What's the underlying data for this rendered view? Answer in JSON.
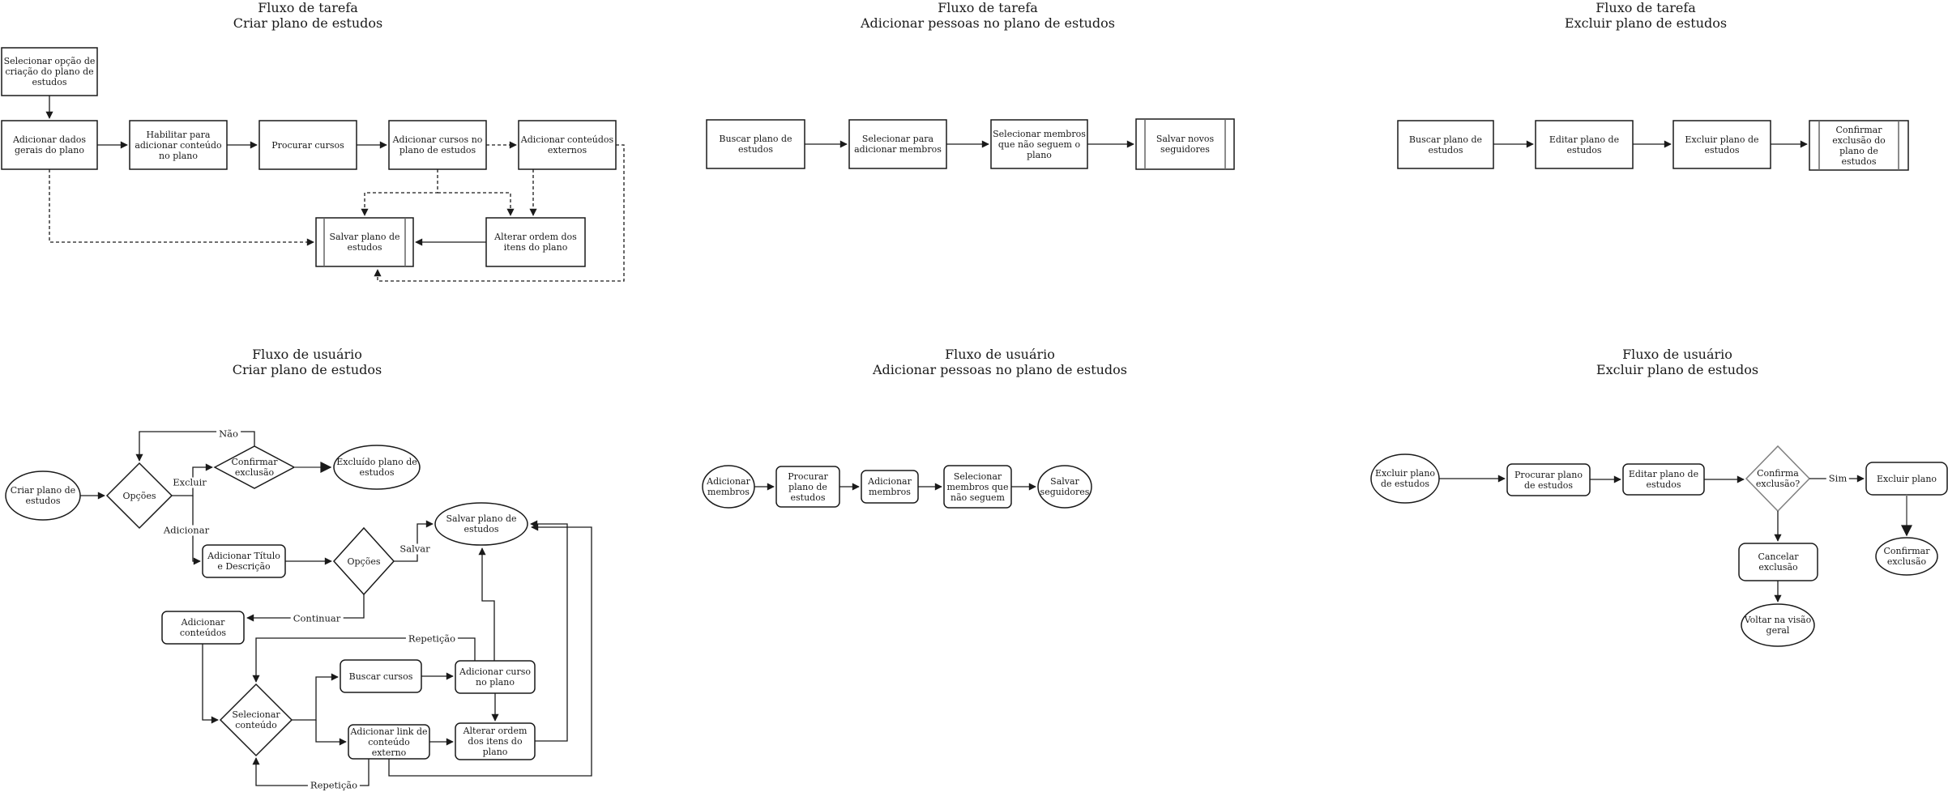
{
  "diagram": {
    "charts": [
      {
        "id": "tarefa-criar",
        "title": [
          "Fluxo de tarefa",
          "Criar plano de estudos"
        ],
        "nodes": {
          "selecionar_opcao": "Selecionar opção de criação do plano de estudos",
          "adicionar_dados": "Adicionar dados gerais do plano",
          "habilitar": "Habilitar para adicionar conteúdo no plano",
          "procurar_cursos": "Procurar cursos",
          "adicionar_cursos": "Adicionar cursos no plano de estudos",
          "conteudos_externos": "Adicionar conteúdos externos",
          "salvar_plano": "Salvar plano de estudos",
          "alterar_ordem": "Alterar ordem dos itens do plano"
        }
      },
      {
        "id": "tarefa-adicionar",
        "title": [
          "Fluxo de tarefa",
          "Adicionar pessoas no plano de estudos"
        ],
        "nodes": {
          "buscar_plano": "Buscar plano de estudos",
          "selecionar_para": "Selecionar para adicionar membros",
          "selecionar_membros": "Selecionar membros que não seguem o plano",
          "salvar_novos": "Salvar novos seguidores"
        }
      },
      {
        "id": "tarefa-excluir",
        "title": [
          "Fluxo de tarefa",
          "Excluir plano de estudos"
        ],
        "nodes": {
          "buscar_plano": "Buscar plano de estudos",
          "editar_plano": "Editar plano de estudos",
          "excluir_plano": "Excluir plano de estudos",
          "confirmar_exclusao": "Confirmar exclusão do plano de estudos"
        }
      },
      {
        "id": "usuario-criar",
        "title": [
          "Fluxo de usuário",
          "Criar plano de estudos"
        ],
        "nodes": {
          "criar_plano": "Criar plano de estudos",
          "opcoes1": "Opções",
          "confirmar_exclusao": "Confirmar exclusão",
          "excluido": "Excluído plano de estudos",
          "adicionar_titulo": "Adicionar Título e Descrição",
          "opcoes2": "Opções",
          "salvar_plano": "Salvar plano de estudos",
          "adicionar_conteudos": "Adicionar conteúdos",
          "selecionar_conteudo": "Selecionar conteúdo",
          "buscar_cursos": "Buscar cursos",
          "adicionar_curso": "Adicionar curso no plano",
          "adicionar_link": "Adicionar link de conteúdo externo",
          "alterar_ordem": "Alterar ordem dos itens do plano"
        },
        "labels": {
          "nao": "Não",
          "excluir": "Excluir",
          "adicionar": "Adicionar",
          "salvar": "Salvar",
          "continuar": "Continuar",
          "repeticao_topo": "Repetição",
          "repeticao_baixo": "Repetição"
        }
      },
      {
        "id": "usuario-adicionar",
        "title": [
          "Fluxo de usuário",
          "Adicionar pessoas no plano de estudos"
        ],
        "nodes": {
          "adicionar_membros_inicio": "Adicionar membros",
          "procurar_plano": "Procurar plano de estudos",
          "adicionar_membros": "Adicionar membros",
          "selecionar_membros": "Selecionar membros que não seguem",
          "salvar_seguidores": "Salvar seguidores"
        }
      },
      {
        "id": "usuario-excluir",
        "title": [
          "Fluxo de usuário",
          "Excluir plano de estudos"
        ],
        "nodes": {
          "excluir_inicio": "Excluir plano de estudos",
          "procurar_plano": "Procurar plano de estudos",
          "editar_plano": "Editar plano de estudos",
          "confirma_exclusao": "Confirma exclusão?",
          "excluir_plano": "Excluir plano",
          "confirmar_exclusao": "Confirmar exclusão",
          "cancelar_exclusao": "Cancelar exclusão",
          "voltar_visao": "Voltar na visão geral"
        },
        "labels": {
          "sim": "Sim"
        }
      }
    ]
  }
}
